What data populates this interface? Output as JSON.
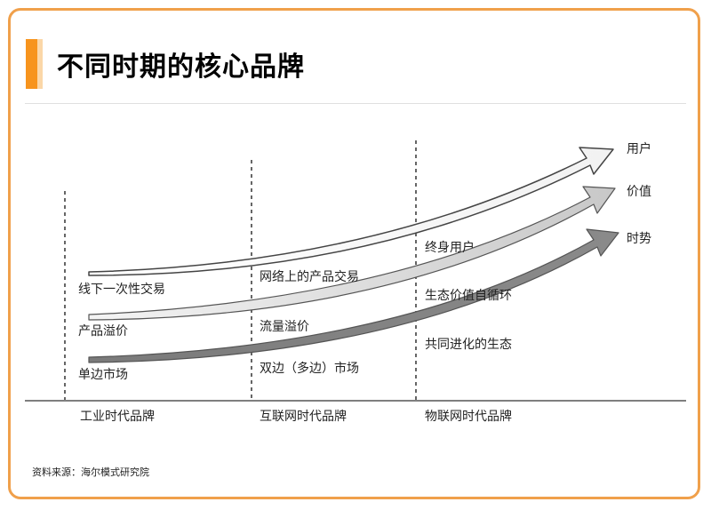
{
  "title": "不同时期的核心品牌",
  "source": "资料来源：海尔模式研究院",
  "eras": [
    {
      "label": "工业时代品牌",
      "items": [
        "线下一次性交易",
        "产品溢价",
        "单边市场"
      ]
    },
    {
      "label": "互联网时代品牌",
      "items": [
        "网络上的产品交易",
        "流量溢价",
        "双边（多边）市场"
      ]
    },
    {
      "label": "物联网时代品牌",
      "items": [
        "终身用户",
        "生态价值自循环",
        "共同进化的生态"
      ]
    }
  ],
  "arrow_labels": [
    "用户",
    "价值",
    "时势"
  ],
  "colors": {
    "accent": "#f7941d",
    "border": "#f0a04b"
  }
}
